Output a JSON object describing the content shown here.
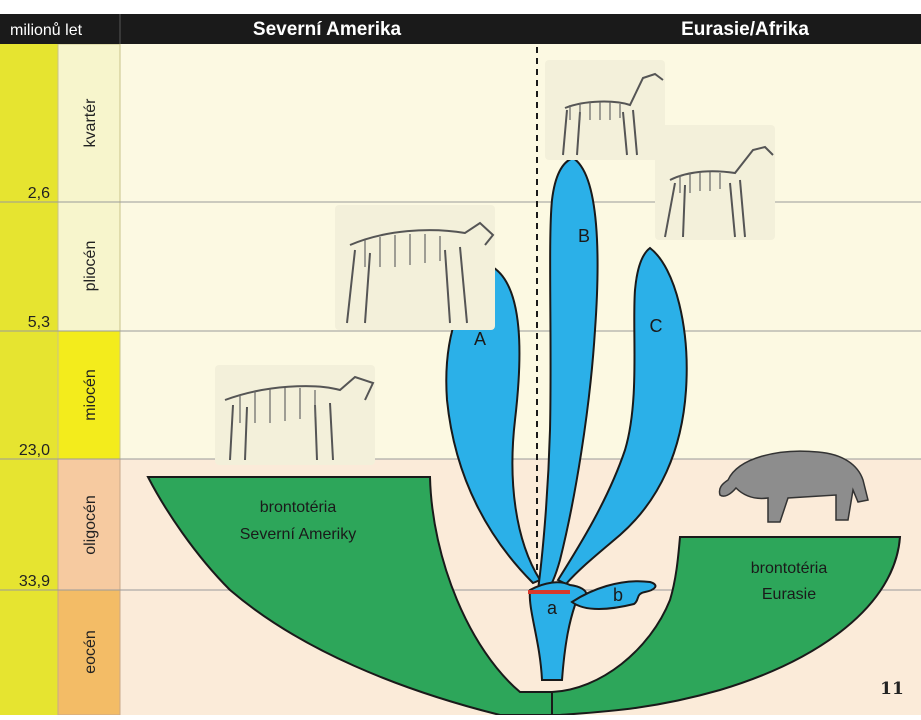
{
  "header": {
    "unit_label": "milionů let",
    "left_region": "Severní Amerika",
    "right_region": "Eurasie/Afrika"
  },
  "time_ticks": [
    "2,6",
    "5,3",
    "23,0",
    "33,9"
  ],
  "epochs": [
    "kvartér",
    "pliocén",
    "miocén",
    "oligocén",
    "eocén"
  ],
  "lineages": {
    "A": "A",
    "B": "B",
    "C": "C",
    "a": "a",
    "b": "b"
  },
  "groups": {
    "north_america": [
      "brontotéria",
      "Severní Ameriky"
    ],
    "eurasia": [
      "brontotéria",
      "Eurasie"
    ]
  },
  "page_number": "11",
  "colors": {
    "header_bg": "#1a1a1a",
    "time_axis": "#e6e430",
    "kvarter_bg": "#f7f5cc",
    "pliocen_bg": "#f7f5cc",
    "miocen_bg": "#f3ec1c",
    "oligocen_bg": "#f6caa0",
    "eocen_bg": "#f3bc66",
    "panel_upper_bg": "#fcf9e2",
    "panel_lower_bg": "#fbebd9",
    "green_group": "#2da65a",
    "blue_lineage": "#2bb0e8",
    "divider": "#1a1a1a",
    "red_marker": "#d9382b"
  },
  "icons": [
    "camel-skeleton-icon",
    "camel-skeleton-icon",
    "rhino-like-skeleton-icon",
    "rhino-like-skeleton-icon",
    "brontothere-icon"
  ]
}
